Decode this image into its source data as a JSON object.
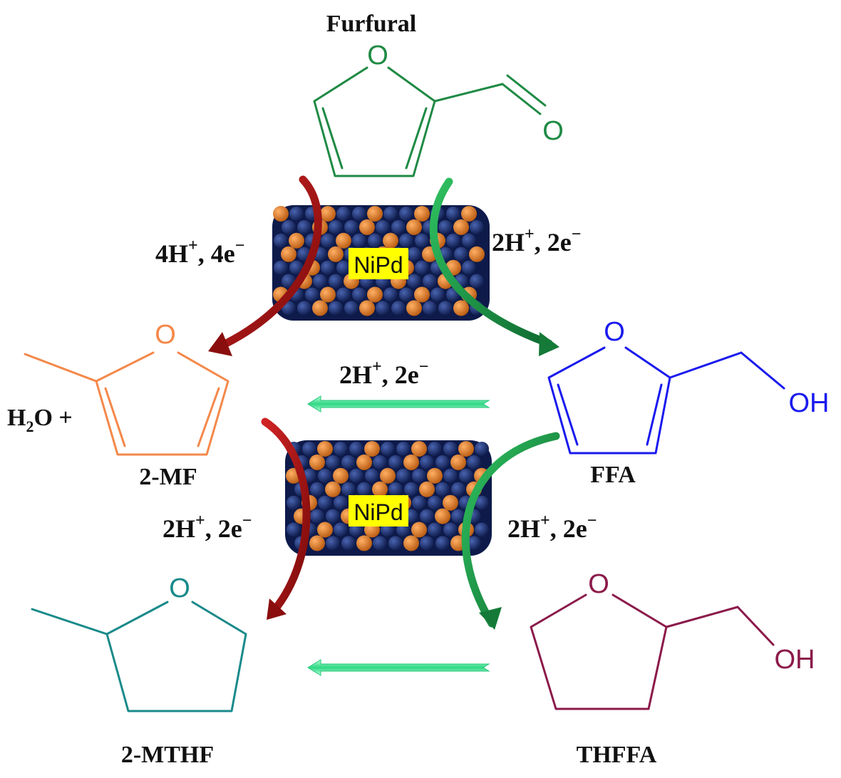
{
  "colors": {
    "furfural": "#1f8a44",
    "ffa": "#1a1aee",
    "mf": "#f4884a",
    "mthf": "#1a8a8a",
    "thffa": "#8b1a4a",
    "red_arrow": "#a81212",
    "green_arrow": "#1f9a4a",
    "flat_arrow": "#3fe19a",
    "catalyst_blue": "#1a2a6a",
    "catalyst_orange": "#e27a22",
    "catalyst_label_bg": "#ffff00"
  },
  "molecules": {
    "furfural": {
      "name": "Furfural",
      "o_ring": "O",
      "o_carbonyl": "O"
    },
    "ffa": {
      "name": "FFA",
      "o_ring": "O",
      "oh": "OH"
    },
    "mf": {
      "name": "2-MF",
      "o_ring": "O",
      "prefix_h": "H",
      "prefix_sub": "2",
      "prefix_rest": "O +"
    },
    "mthf": {
      "name": "2-MTHF",
      "o_ring": "O"
    },
    "thffa": {
      "name": "THFFA",
      "o_ring": "O",
      "oh": "OH"
    }
  },
  "catalysts": [
    {
      "label": "NiPd"
    },
    {
      "label": "NiPd"
    }
  ],
  "conditions": {
    "top_left": {
      "coef": "4H",
      "sup": "+",
      "rest": ", 4e",
      "sup2": "−"
    },
    "top_right": {
      "coef": "2H",
      "sup": "+",
      "rest": ", 2e",
      "sup2": "−"
    },
    "middle": {
      "coef": "2H",
      "sup": "+",
      "rest": ", 2e",
      "sup2": "−"
    },
    "bottom_left": {
      "coef": "2H",
      "sup": "+",
      "rest": ", 2e",
      "sup2": "−"
    },
    "bottom_right": {
      "coef": "2H",
      "sup": "+",
      "rest": ", 2e",
      "sup2": "−"
    }
  }
}
